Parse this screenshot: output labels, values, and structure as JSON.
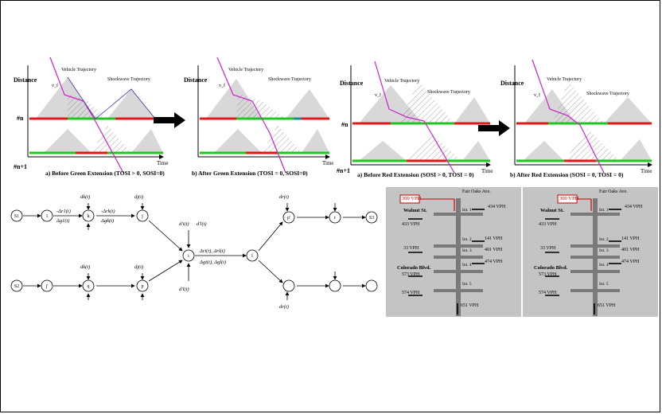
{
  "panels": [
    {
      "caption": "a) Before Green Extension (TOSI > 0, SOSI=0)",
      "axis_y": "Distance",
      "axis_x": "Time",
      "label_vehicle": "Vehicle Trajectory",
      "label_shockwave": "Shockwave Trajectory",
      "label_n": "#n",
      "label_n1": "#n+1",
      "label_v": "v_f"
    },
    {
      "caption": "b) After Green Extension (TOSI = 0, SOSI=0)",
      "axis_y": "Distance",
      "axis_x": "Time",
      "label_vehicle": "Vehicle Trajectory",
      "label_shockwave": "Shockwave Trajectory",
      "label_v": "v_f"
    },
    {
      "caption": "a) Before Red Extension (SOSI > 0, TOSI = 0)",
      "axis_y": "Distance",
      "axis_x": "Time",
      "label_vehicle": "Vehicle Trajectory",
      "label_shockwave": "Shockwave Trajectory",
      "label_n": "#n",
      "label_n1": "#n+1",
      "label_v": "v_f"
    },
    {
      "caption": "b) After Red Extension (SOSI = 0, TOSI = 0)",
      "axis_y": "Distance",
      "axis_x": "Time",
      "label_vehicle": "Vehicle Trajectory",
      "label_shockwave": "Shockwave Trajectory",
      "label_v": "v_f"
    }
  ],
  "maps": [
    {
      "street_top": "Fair Oaks Ave.",
      "callout": "300 VPH",
      "walnut": "Walnut St.",
      "colorado": "Colorado Blvd.",
      "int1": "Int. 1",
      "int2": "Int. 2",
      "int3": "Int. 3",
      "int4": "Int. 4",
      "int5": "Int. 5",
      "v434": "434 VPH",
      "v433": "433 VPH",
      "v141": "141 VPH",
      "v33": "33 VPH",
      "v401": "401 VPH",
      "v474": "474 VPH",
      "v573": "573 VPH",
      "v574": "574 VPH",
      "v651": "651 VPH"
    },
    {
      "street_top": "Fair Oaks Ave.",
      "callout": "300 VPH",
      "walnut": "Walnut St.",
      "colorado": "Colorado Blvd.",
      "int1": "Int. 1",
      "int2": "Int. 2",
      "int3": "Int. 3",
      "int4": "Int. 4",
      "int5": "Int. 5",
      "v434": "434 VPH",
      "v433": "433 VPH",
      "v141": "141 VPH",
      "v33": "33 VPH",
      "v401": "401 VPH",
      "v474": "474 VPH",
      "v573": "573 VPH",
      "v574": "574 VPH",
      "v651": "651 VPH"
    }
  ],
  "network": {
    "n_s1": "S1",
    "n_s2": "S2",
    "n_1": "1",
    "n_k": "k",
    "n_j": "j",
    "n_jp": "j'",
    "n_i": "i",
    "n_l": "l",
    "n_q": "q",
    "n_p": "p",
    "n_pp": "p'",
    "n_r": "r",
    "n_s3": "S3",
    "d_top_k": "dk(t)",
    "d_top_j": "dj(t)",
    "d_top_i": "d'i(t)",
    "d_top_l": "d'l(t)",
    "d_top_r": "dr(t)",
    "d_bot_k": "dk(t)",
    "d_bot_j": "dj(t)",
    "d_bot_l": "d'l(t)",
    "d_bot_r": "dr(t)",
    "e_1k": "-Δr1(t)",
    "e_1k_b": "Δg1(t)",
    "e_kj": "-Δrk(t)",
    "e_kj_b": "Δgk(t)",
    "e_il": "Δri(t), Δrl(t)",
    "e_il_b": "Δgi(t), Δgl(t)"
  }
}
